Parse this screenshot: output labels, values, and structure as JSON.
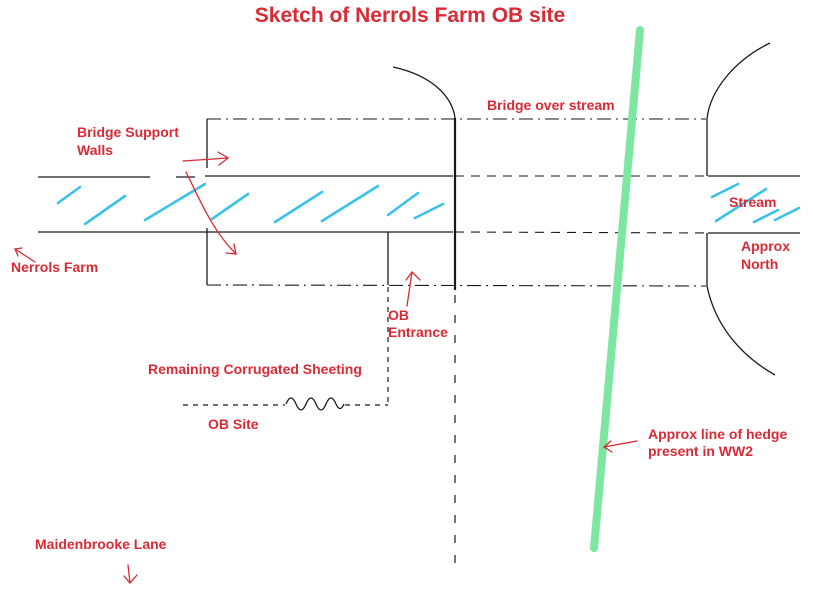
{
  "title": "Sketch of Nerrols Farm OB site",
  "labels": {
    "bridge_over_stream": "Bridge over stream",
    "bridge_support_walls_1": "Bridge Support",
    "bridge_support_walls_2": "Walls",
    "stream": "Stream",
    "approx_north_1": "Approx",
    "approx_north_2": "North",
    "nerrols_farm": "Nerrols Farm",
    "ob_entrance_1": "OB",
    "ob_entrance_2": "Entrance",
    "remaining_sheeting": "Remaining Corrugated Sheeting",
    "ob_site": "OB Site",
    "hedge_1": "Approx line of hedge",
    "hedge_2": "present in WW2",
    "maidenbrooke_lane": "Maidenbrooke Lane"
  },
  "colors": {
    "label_red": "#d92b35",
    "stream_blue": "#3cc2e8",
    "hedge_green": "#7de6a0",
    "ink": "#1a1a1a"
  }
}
